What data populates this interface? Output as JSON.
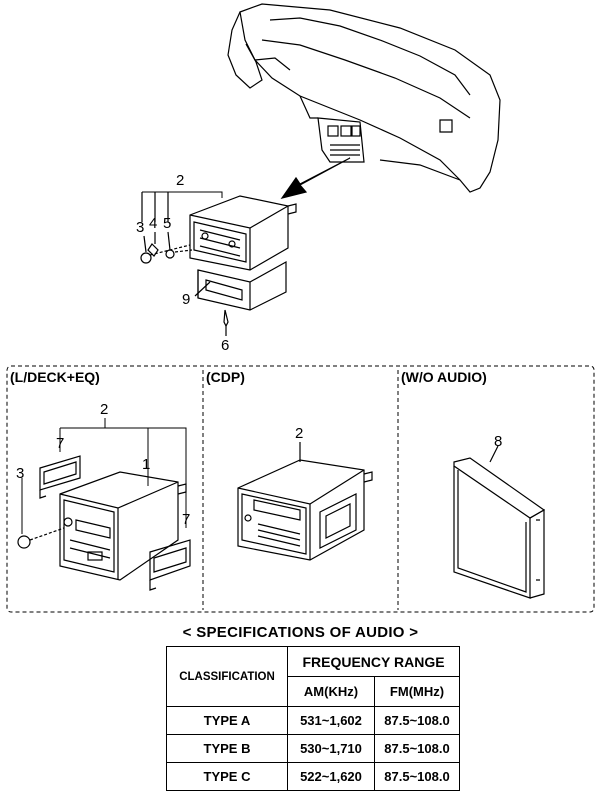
{
  "callouts": {
    "top_2": "2",
    "top_3": "3",
    "top_4": "4",
    "top_5": "5",
    "top_9": "9",
    "top_6": "6",
    "l_2": "2",
    "l_7a": "7",
    "l_1": "1",
    "l_3": "3",
    "l_7b": "7",
    "c_2": "2",
    "w_8": "8"
  },
  "sections": {
    "ldeck": "(L/DECK+EQ)",
    "cdp": "(CDP)",
    "wo_audio": "(W/O AUDIO)"
  },
  "specifications": {
    "title": "< SPECIFICATIONS OF AUDIO >",
    "classification_header": "CLASSIFICATION",
    "frequency_header": "FREQUENCY RANGE",
    "am_header": "AM(KHz)",
    "fm_header": "FM(MHz)",
    "rows": [
      {
        "type": "TYPE A",
        "am": "531~1,602",
        "fm": "87.5~108.0"
      },
      {
        "type": "TYPE B",
        "am": "530~1,710",
        "fm": "87.5~108.0"
      },
      {
        "type": "TYPE C",
        "am": "522~1,620",
        "fm": "87.5~108.0"
      }
    ]
  }
}
